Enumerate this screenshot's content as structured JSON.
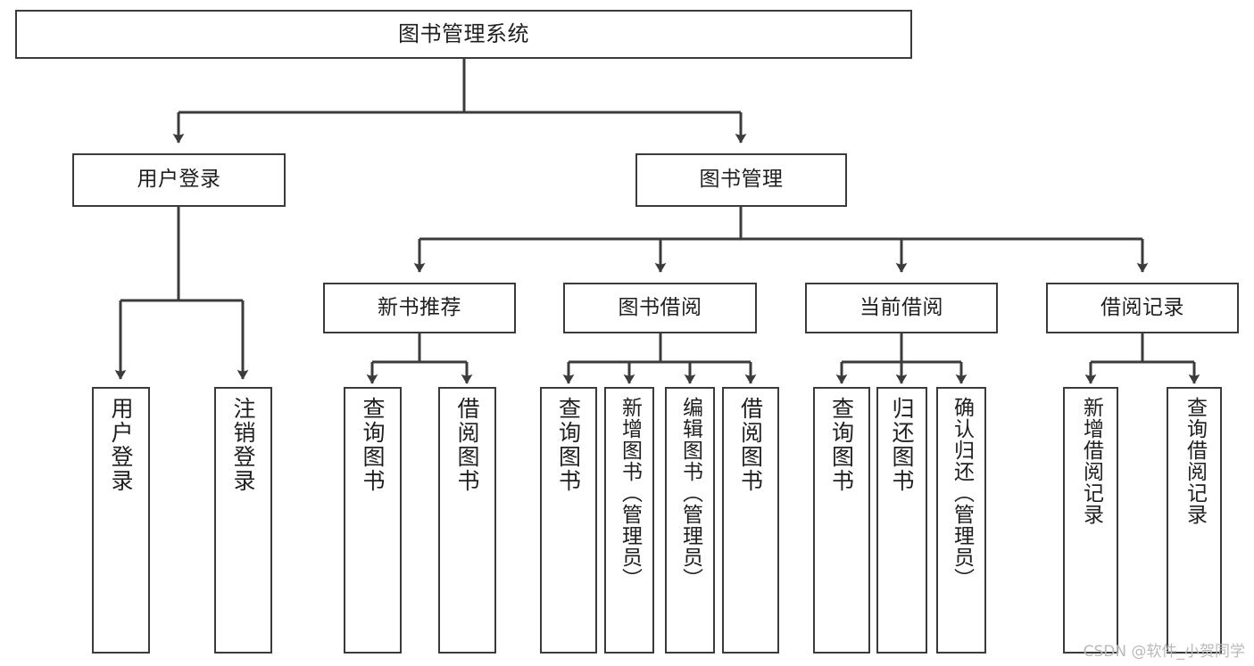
{
  "diagram": {
    "title": "图书管理系统",
    "type": "tree",
    "orientation": "top-down",
    "colors": {
      "node_border": "#3b3b3b",
      "node_fill": "#ffffff",
      "edge": "#3b3b3b",
      "text": "#1f1f1f",
      "watermark": "#b9b9b9",
      "background": "#ffffff"
    },
    "watermark": "CSDN @软件_小贺同学"
  },
  "nodes": {
    "root": {
      "label": "图书管理系统"
    },
    "level1": [
      {
        "id": "user-login",
        "label": "用户登录"
      },
      {
        "id": "book-management",
        "label": "图书管理"
      }
    ],
    "level2": [
      {
        "id": "new-book-recommend",
        "label": "新书推荐",
        "parent": "book-management"
      },
      {
        "id": "book-borrow",
        "label": "图书借阅",
        "parent": "book-management"
      },
      {
        "id": "current-borrow",
        "label": "当前借阅",
        "parent": "book-management"
      },
      {
        "id": "borrow-record",
        "label": "借阅记录",
        "parent": "book-management"
      }
    ],
    "leaves": [
      {
        "id": "leaf-user-login",
        "label": "用户登录",
        "parent": "user-login"
      },
      {
        "id": "leaf-logout",
        "label": "注销登录",
        "parent": "user-login"
      },
      {
        "id": "leaf-query-book-1",
        "label": "查询图书",
        "parent": "new-book-recommend"
      },
      {
        "id": "leaf-borrow-book-1",
        "label": "借阅图书",
        "parent": "new-book-recommend"
      },
      {
        "id": "leaf-query-book-2",
        "label": "查询图书",
        "parent": "book-borrow"
      },
      {
        "id": "leaf-add-book",
        "label": "新增图书（管理员）",
        "parent": "book-borrow"
      },
      {
        "id": "leaf-edit-book",
        "label": "编辑图书（管理员）",
        "parent": "book-borrow"
      },
      {
        "id": "leaf-borrow-book-2",
        "label": "借阅图书",
        "parent": "book-borrow"
      },
      {
        "id": "leaf-query-book-3",
        "label": "查询图书",
        "parent": "current-borrow"
      },
      {
        "id": "leaf-return-book",
        "label": "归还图书",
        "parent": "current-borrow"
      },
      {
        "id": "leaf-confirm-return",
        "label": "确认归还（管理员）",
        "parent": "current-borrow"
      },
      {
        "id": "leaf-add-record",
        "label": "新增借阅记录",
        "parent": "borrow-record"
      },
      {
        "id": "leaf-query-record",
        "label": "查询借阅记录",
        "parent": "borrow-record"
      }
    ]
  }
}
